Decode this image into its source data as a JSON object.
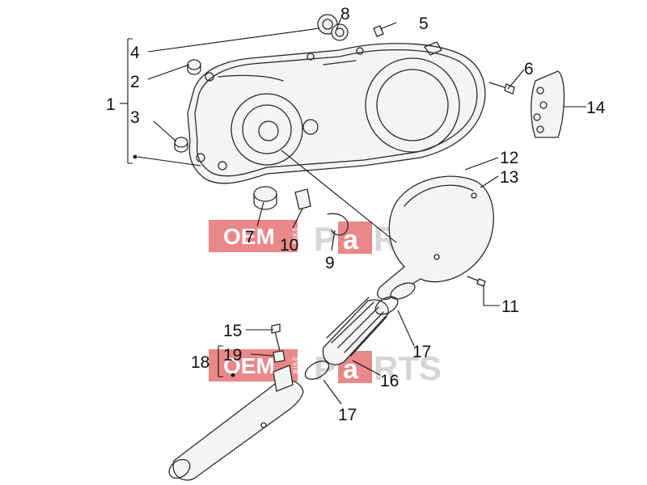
{
  "diagram": {
    "labels": {
      "p1": "1",
      "p2": "2",
      "p3": "3",
      "p4": "4",
      "p5": "5",
      "p6": "6",
      "p7": "7",
      "p8": "8",
      "p9": "9",
      "p10": "10",
      "p11": "11",
      "p12": "12",
      "p13": "13",
      "p14": "14",
      "p15": "15",
      "p16": "16",
      "p17a": "17",
      "p17b": "17",
      "p18": "18",
      "p19": "19"
    }
  },
  "watermark": {
    "oem": "OEM",
    "bike": "BIKE",
    "p": "P",
    "a": "a",
    "rts": "RTS"
  },
  "colors": {
    "watermark": "#e15a5a",
    "lines": "#2a2a2a"
  }
}
